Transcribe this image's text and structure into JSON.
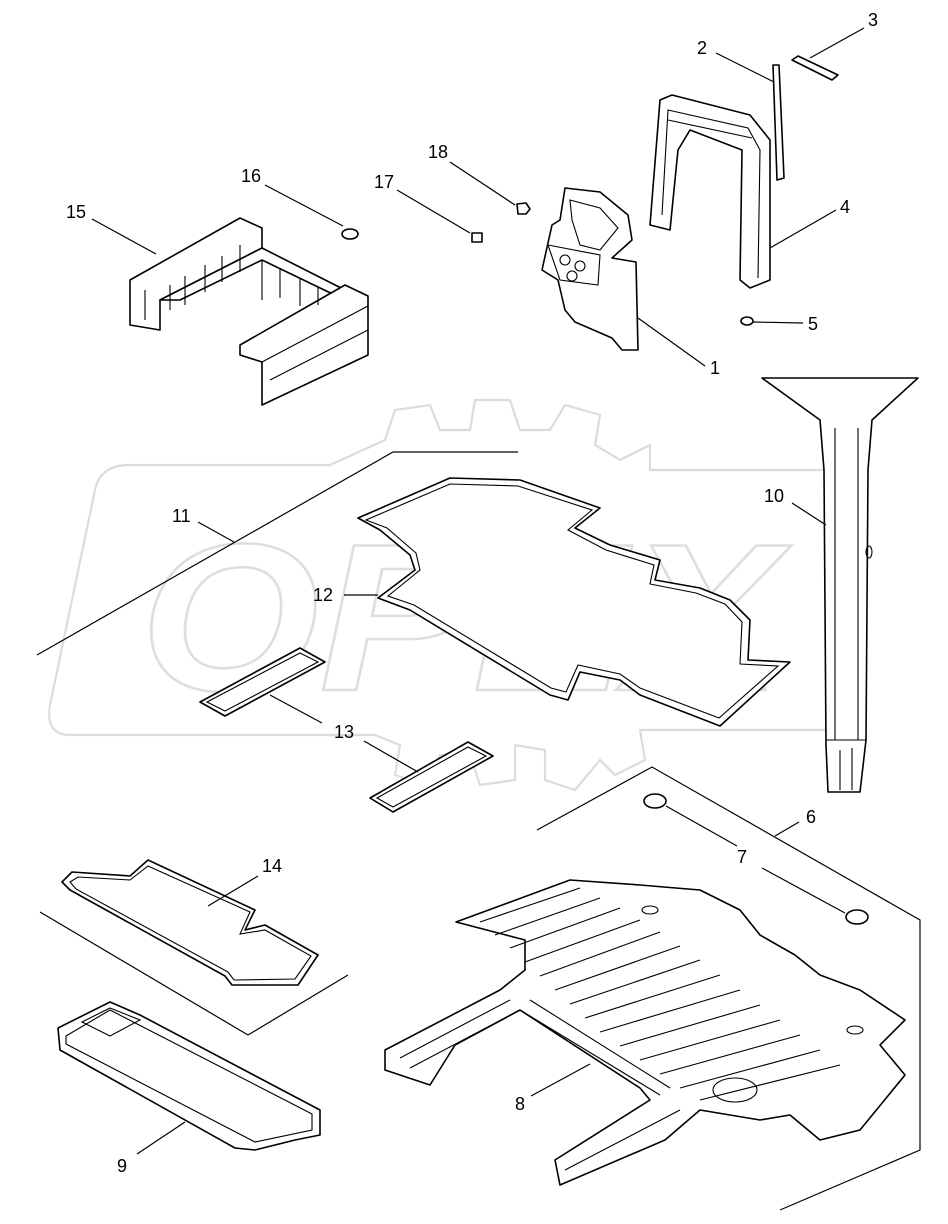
{
  "watermark": {
    "text": "OPEX"
  },
  "corner_mark": "",
  "callouts": [
    {
      "id": "c1",
      "label": "1"
    },
    {
      "id": "c2",
      "label": "2"
    },
    {
      "id": "c3",
      "label": "3"
    },
    {
      "id": "c4",
      "label": "4"
    },
    {
      "id": "c5",
      "label": "5"
    },
    {
      "id": "c6",
      "label": "6"
    },
    {
      "id": "c7",
      "label": "7"
    },
    {
      "id": "c8",
      "label": "8"
    },
    {
      "id": "c9",
      "label": "9"
    },
    {
      "id": "c10",
      "label": "10"
    },
    {
      "id": "c11",
      "label": "11"
    },
    {
      "id": "c12",
      "label": "12"
    },
    {
      "id": "c13",
      "label": "13"
    },
    {
      "id": "c14",
      "label": "14"
    },
    {
      "id": "c15",
      "label": "15"
    },
    {
      "id": "c16",
      "label": "16"
    },
    {
      "id": "c17",
      "label": "17"
    },
    {
      "id": "c18",
      "label": "18"
    }
  ]
}
